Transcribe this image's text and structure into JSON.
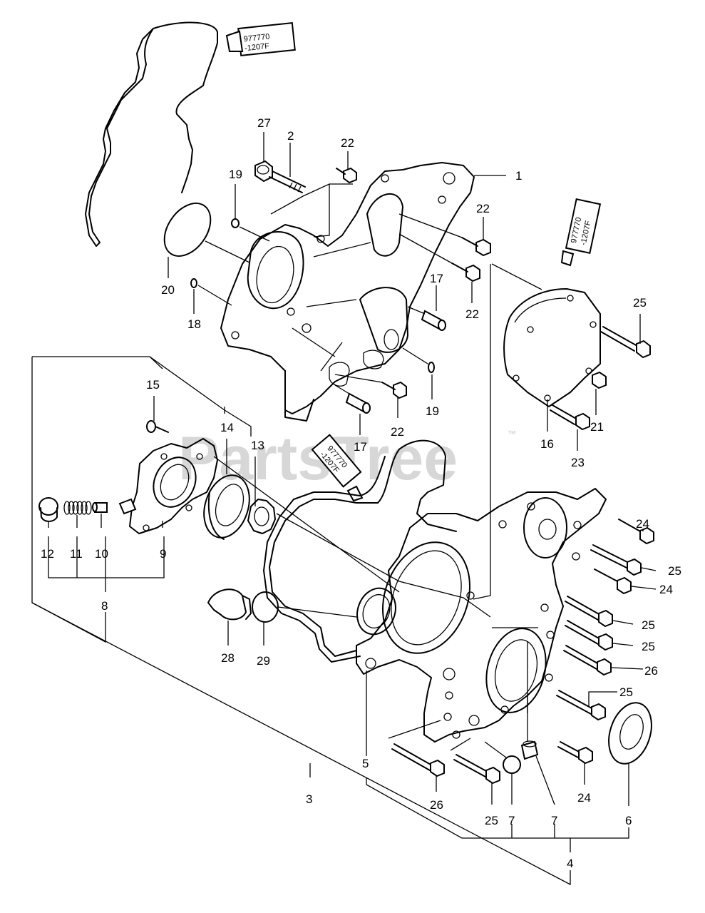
{
  "watermark": {
    "text": "PartsTree",
    "trademark": "™"
  },
  "sealant": {
    "line1": "977770",
    "line2": "-1207F"
  },
  "labels": {
    "p1": "1",
    "p2": "2",
    "p3": "3",
    "p4": "4",
    "p5": "5",
    "p6": "6",
    "p7a": "7",
    "p7b": "7",
    "p8": "8",
    "p9": "9",
    "p10": "10",
    "p11": "11",
    "p12": "12",
    "p13": "13",
    "p14": "14",
    "p15": "15",
    "p16": "16",
    "p17a": "17",
    "p17b": "17",
    "p18": "18",
    "p19a": "19",
    "p19b": "19",
    "p20": "20",
    "p21": "21",
    "p22a": "22",
    "p22b": "22",
    "p22c": "22",
    "p22d": "22",
    "p23": "23",
    "p24a": "24",
    "p24b": "24",
    "p24c": "24",
    "p25a": "25",
    "p25b": "25",
    "p25c": "25",
    "p25d": "25",
    "p25e": "25",
    "p25f": "25",
    "p26a": "26",
    "p26b": "26",
    "p27": "27",
    "p28": "28",
    "p29": "29"
  }
}
